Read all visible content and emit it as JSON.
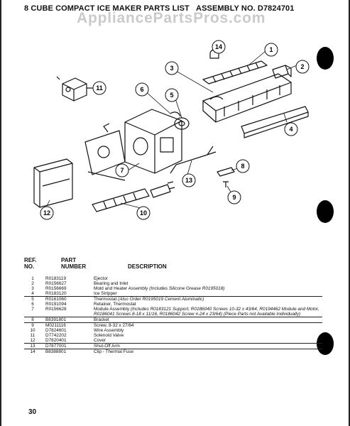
{
  "header": {
    "title": "8 CUBE COMPACT ICE MAKER PARTS LIST",
    "assembly": "ASSEMBLY NO. D7824701",
    "watermark": "AppliancePartsPros.com"
  },
  "callouts": [
    "1",
    "2",
    "3",
    "4",
    "5",
    "6",
    "7",
    "8",
    "9",
    "10",
    "11",
    "12",
    "13",
    "14"
  ],
  "columns": {
    "ref": "REF. NO.",
    "ref_line1": "REF.",
    "ref_line2": "NO.",
    "part_line1": "PART",
    "part_line2": "NUMBER",
    "description": "DESCRIPTION"
  },
  "parts": [
    {
      "ref": "1",
      "part": "R0183119",
      "desc": "Ejector",
      "note": ""
    },
    {
      "ref": "2",
      "part": "R0156627",
      "desc": "Bearing and Inlet",
      "note": ""
    },
    {
      "ref": "3",
      "part": "R0156669",
      "desc": "Mold and Heater Assembly ",
      "note": "(Includes Silicone Grease R0195018)"
    },
    {
      "ref": "4",
      "part": "R0183120",
      "desc": "Ice Stripper",
      "note": ""
    },
    {
      "ref": "5",
      "part": "R0161060",
      "desc": "Thermostat ",
      "note": "(Also Order R0195019 Cement Aluminatic)"
    },
    {
      "ref": "6",
      "part": "R0191094",
      "desc": "Retainer, Thermostat",
      "note": ""
    },
    {
      "ref": "7",
      "part": "R0156628",
      "desc": "Module Assembly ",
      "note": "(Includes R0183121 Support, R0186040 Screws 10-32 x 43/64, R0194462 Module and Motor, R0186041 Screws 8-18 x 11/16, R0186042 Screw #-24 x 23/64) (Piece Parts not Available Individually)"
    },
    {
      "ref": "8",
      "part": "B8391801",
      "desc": "Bracket",
      "note": ""
    },
    {
      "ref": "9",
      "part": "M0211116",
      "desc": "Screw, 8-32 x 27/64",
      "note": ""
    },
    {
      "ref": "10",
      "part": "D7824601",
      "desc": "Wire Assembly",
      "note": ""
    },
    {
      "ref": "11",
      "part": "D7742202",
      "desc": "Solenoid Valve",
      "note": ""
    },
    {
      "ref": "12",
      "part": "D7820401",
      "desc": "Cover",
      "note": ""
    },
    {
      "ref": "13",
      "part": "D7877001",
      "desc": "Shut-Off Arm",
      "note": ""
    },
    {
      "ref": "14",
      "part": "B8388801",
      "desc": "Clip - Thermal Fuse",
      "note": ""
    }
  ],
  "page_number": "30"
}
